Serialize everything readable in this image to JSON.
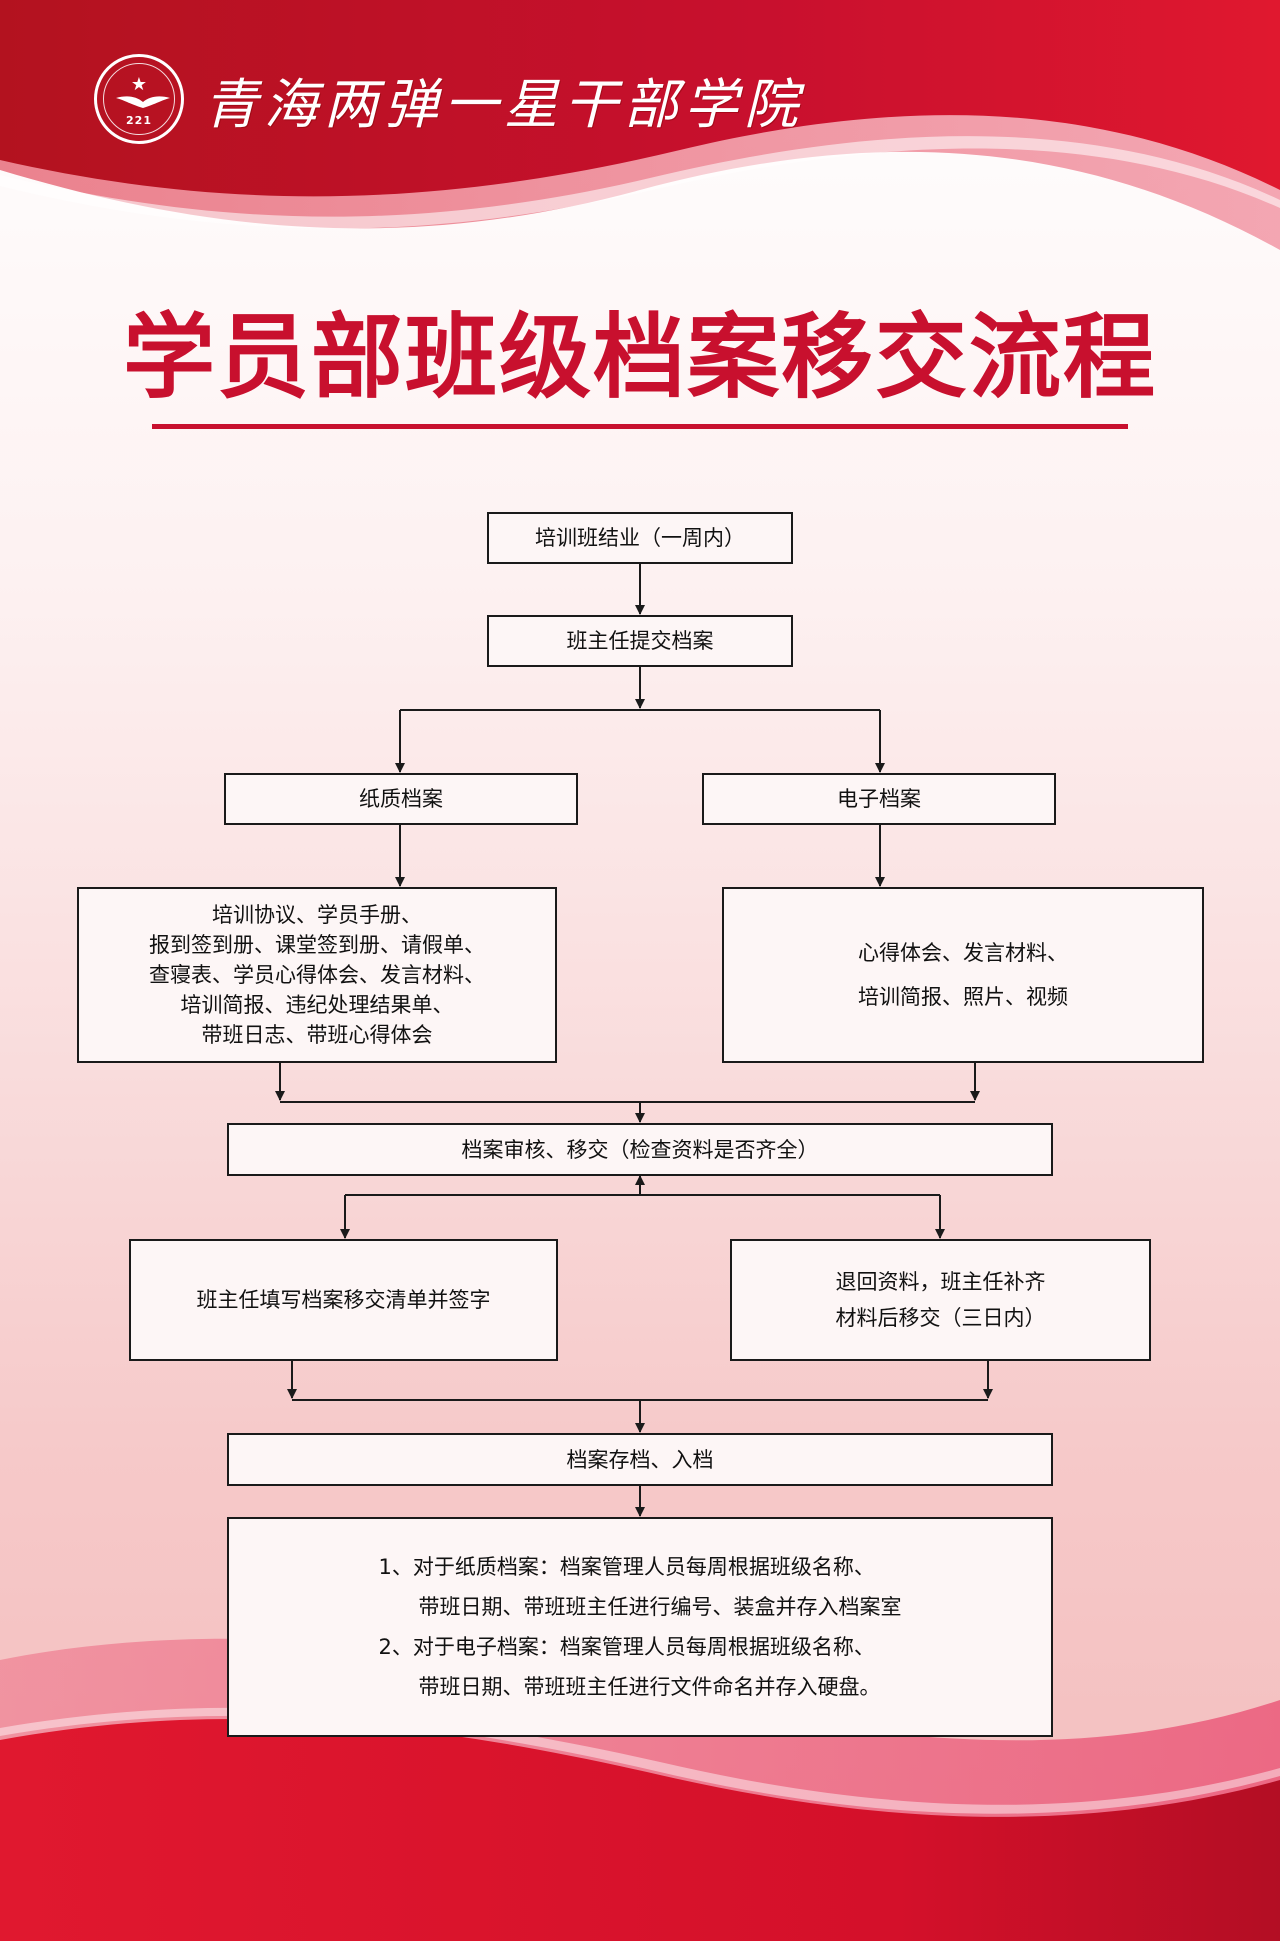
{
  "header": {
    "org_name": "青海两弹一星干部学院",
    "emblem_number": "221",
    "emblem_icon": "star-wings-emblem"
  },
  "title": "学员部班级档案移交流程",
  "colors": {
    "primary_red": "#c8102e",
    "dark_red": "#a80d1f",
    "pink": "#e8436a"
  },
  "flow": {
    "start": "培训班结业（一周内）",
    "submit": "班主任提交档案",
    "paper": "纸质档案",
    "electronic": "电子档案",
    "paper_items": [
      "培训协议、学员手册、",
      "报到签到册、课堂签到册、请假单、",
      "查寝表、学员心得体会、发言材料、",
      "培训简报、违纪处理结果单、",
      "带班日志、带班心得体会"
    ],
    "electronic_items": [
      "心得体会、发言材料、",
      "培训简报、照片、视频"
    ],
    "review": "档案审核、移交（检查资料是否齐全）",
    "sign": "班主任填写档案移交清单并签字",
    "return_lines": [
      "退回资料，班主任补齐",
      "材料后移交（三日内）"
    ],
    "archive": "档案存档、入档",
    "final_lines": [
      "1、对于纸质档案：档案管理人员每周根据班级名称、",
      "带班日期、带班班主任进行编号、装盒并存入档案室",
      "2、对于电子档案：档案管理人员每周根据班级名称、",
      "带班日期、带班班主任进行文件命名并存入硬盘。"
    ]
  }
}
